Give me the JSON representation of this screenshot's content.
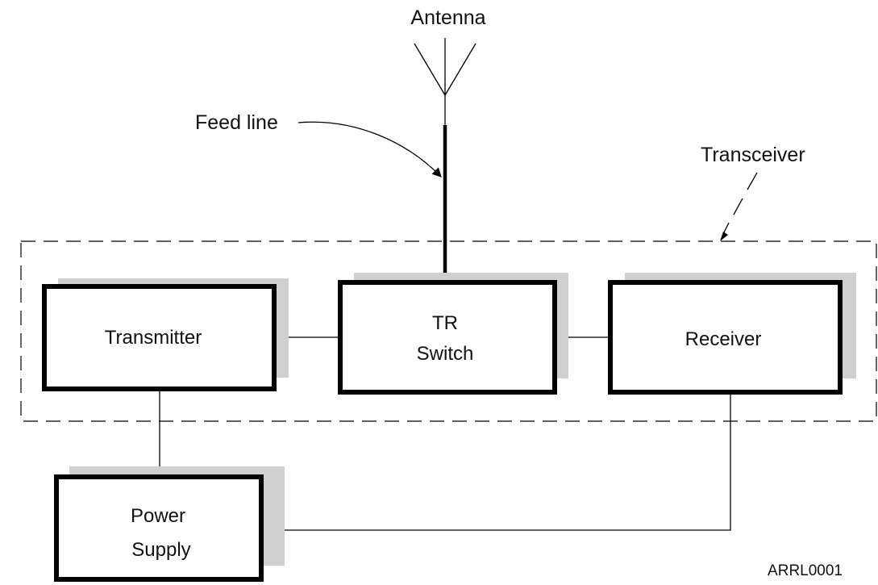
{
  "diagram": {
    "antenna_label": "Antenna",
    "feed_line_label": "Feed line",
    "transceiver_label": "Transceiver",
    "blocks": {
      "transmitter": {
        "label": "Transmitter"
      },
      "tr_switch": {
        "line1": "TR",
        "line2": "Switch"
      },
      "receiver": {
        "label": "Receiver"
      },
      "power_supply": {
        "line1": "Power",
        "line2": "Supply"
      }
    },
    "figure_id": "ARRL0001"
  },
  "colors": {
    "line": "#000000",
    "shadow": "#cfcfcf",
    "background": "#ffffff"
  }
}
